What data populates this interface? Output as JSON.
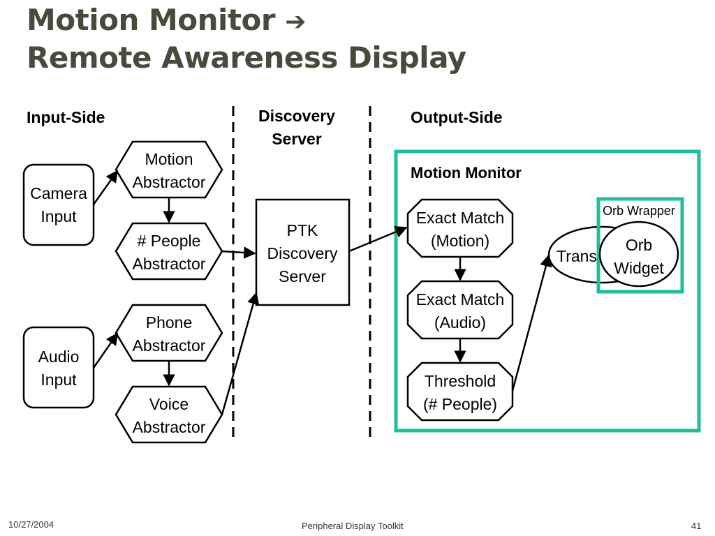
{
  "title": {
    "line1": "Motion Monitor",
    "arrow": "➔",
    "line2": "Remote Awareness Display"
  },
  "sections": {
    "input_side": "Input-Side",
    "discovery_server_1": "Discovery",
    "discovery_server_2": "Server",
    "output_side": "Output-Side"
  },
  "nodes": {
    "camera_input": [
      "Camera",
      "Input"
    ],
    "audio_input": [
      "Audio",
      "Input"
    ],
    "motion_abstractor": [
      "Motion",
      "Abstractor"
    ],
    "people_abstractor": [
      "# People",
      "Abstractor"
    ],
    "phone_abstractor": [
      "Phone",
      "Abstractor"
    ],
    "voice_abstractor": [
      "Voice",
      "Abstractor"
    ],
    "ptk_server": [
      "PTK",
      "Discovery",
      "Server"
    ],
    "exact_match_motion": [
      "Exact Match",
      "(Motion)"
    ],
    "exact_match_audio": [
      "Exact Match",
      "(Audio)"
    ],
    "threshold": [
      "Threshold",
      "(# People)"
    ],
    "trans": "Trans",
    "orb_widget": [
      "Orb",
      "Widget"
    ]
  },
  "motion_monitor_label": "Motion Monitor",
  "orb_wrapper_label": "Orb Wrapper",
  "colors": {
    "title": "#4a4a3c",
    "accent_box": "#1fbf9a"
  },
  "footer": {
    "date": "10/27/2004",
    "center": "Peripheral Display Toolkit",
    "page": "41"
  }
}
